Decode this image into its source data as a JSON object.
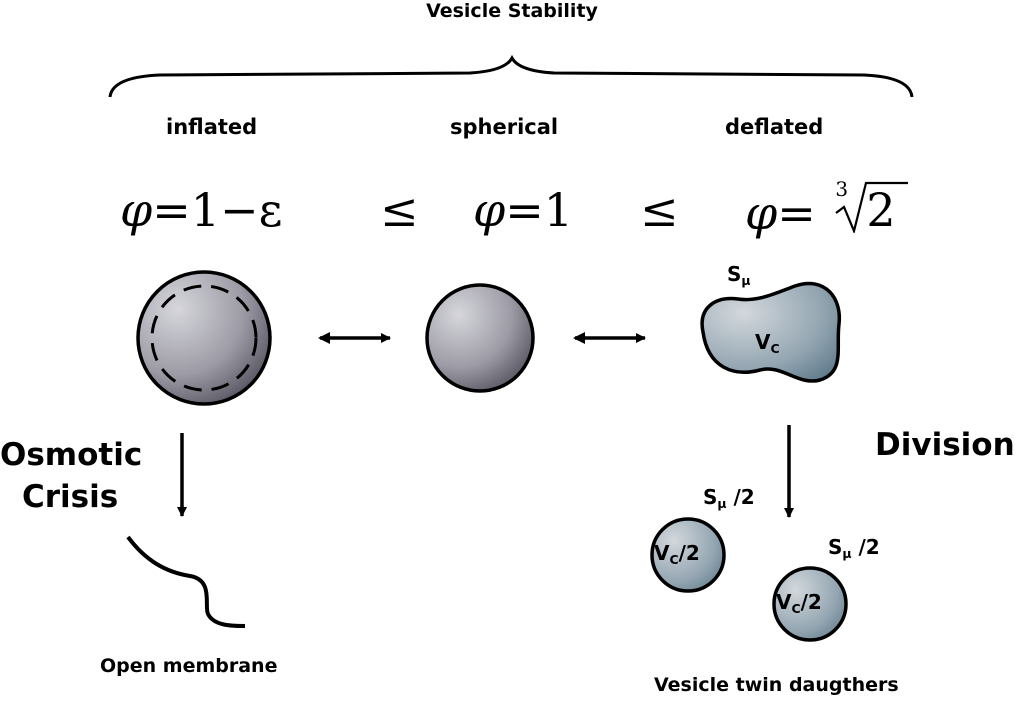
{
  "title": "Vesicle Stability",
  "states": {
    "inflated": "inflated",
    "spherical": "spherical",
    "deflated": "deflated"
  },
  "equations": {
    "inflated": {
      "symbol": "φ",
      "rhs": "=1−ε"
    },
    "spherical": {
      "symbol": "φ",
      "rhs": "=1"
    },
    "deflated": {
      "symbol": "φ",
      "rhs": "=",
      "root_index": "3",
      "radicand": "2"
    },
    "relation": "≤"
  },
  "deflated_labels": {
    "surface": "S",
    "surface_sub": "μ",
    "volume": "V",
    "volume_sub": "C"
  },
  "left_branch": {
    "title_line1": "Osmotic",
    "title_line2": "Crisis",
    "result": "Open membrane"
  },
  "right_branch": {
    "title": "Division",
    "surface_half": "S",
    "surface_half_sub": "μ",
    "surface_half_suffix": " /2",
    "volume_half": "V",
    "volume_half_sub": "C",
    "volume_half_suffix": "/2",
    "result": "Vesicle twin daugthers"
  },
  "colors": {
    "grey_sphere_light": "#c9c9cf",
    "grey_sphere_dark": "#4a4858",
    "blue_vesicle_light": "#c4ccd3",
    "blue_vesicle_dark": "#5f7a8a"
  }
}
